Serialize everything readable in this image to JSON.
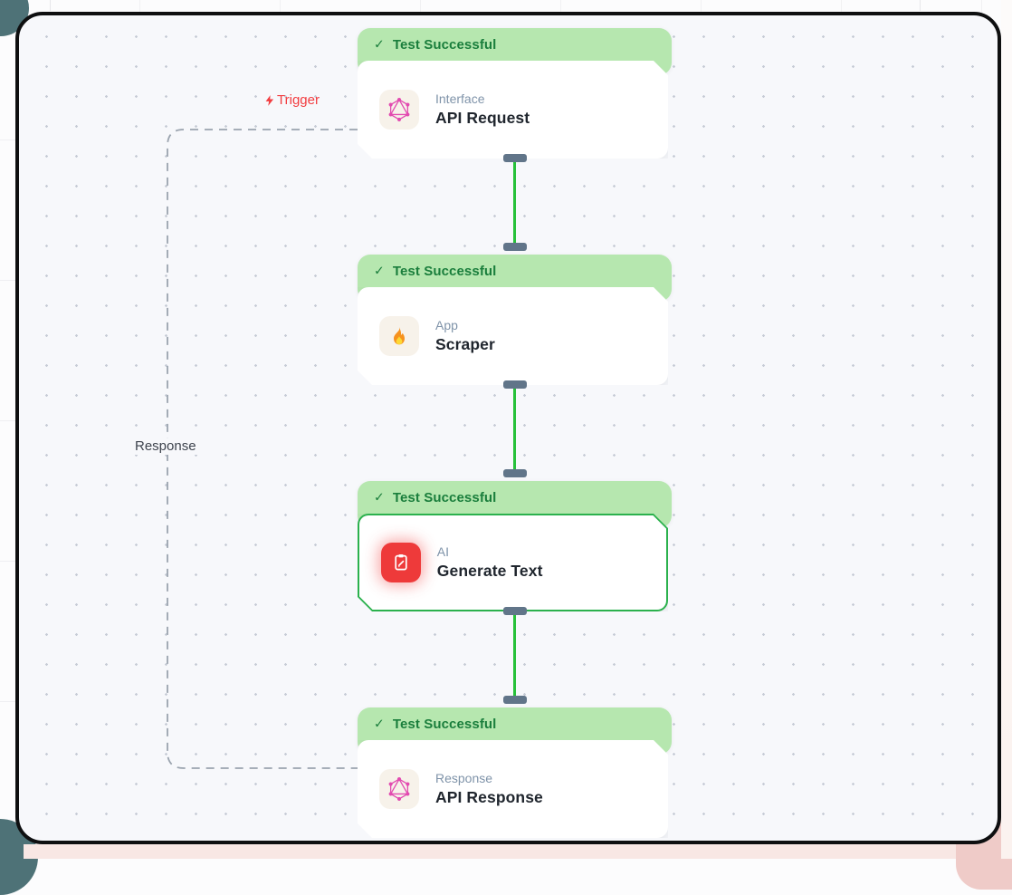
{
  "workflow": {
    "trigger_label": "Trigger",
    "response_label": "Response",
    "nodes": [
      {
        "status": "Test Successful",
        "category": "Interface",
        "title": "API Request",
        "icon": "graphql-icon",
        "selected": false
      },
      {
        "status": "Test Successful",
        "category": "App",
        "title": "Scraper",
        "icon": "fire-icon",
        "selected": false
      },
      {
        "status": "Test Successful",
        "category": "AI",
        "title": "Generate Text",
        "icon": "clipboard-pencil-icon",
        "selected": true
      },
      {
        "status": "Test Successful",
        "category": "Response",
        "title": "API Response",
        "icon": "graphql-icon",
        "selected": false
      }
    ]
  },
  "icons": {
    "check": "✓",
    "bolt": "lightning-bolt-icon"
  },
  "colors": {
    "banner_bg": "#b6e7af",
    "banner_text": "#1a7e3c",
    "connector_green": "#27c13a",
    "selected_border_green": "#2bb14d",
    "trigger_red": "#f23d40",
    "handle_slate": "#617589",
    "graphql_pink": "#e24bb0",
    "ai_tile_red": "#ee3a3a",
    "dashed_edge_gray": "#9aa3ae",
    "canvas_bg": "#f7f8fb"
  }
}
